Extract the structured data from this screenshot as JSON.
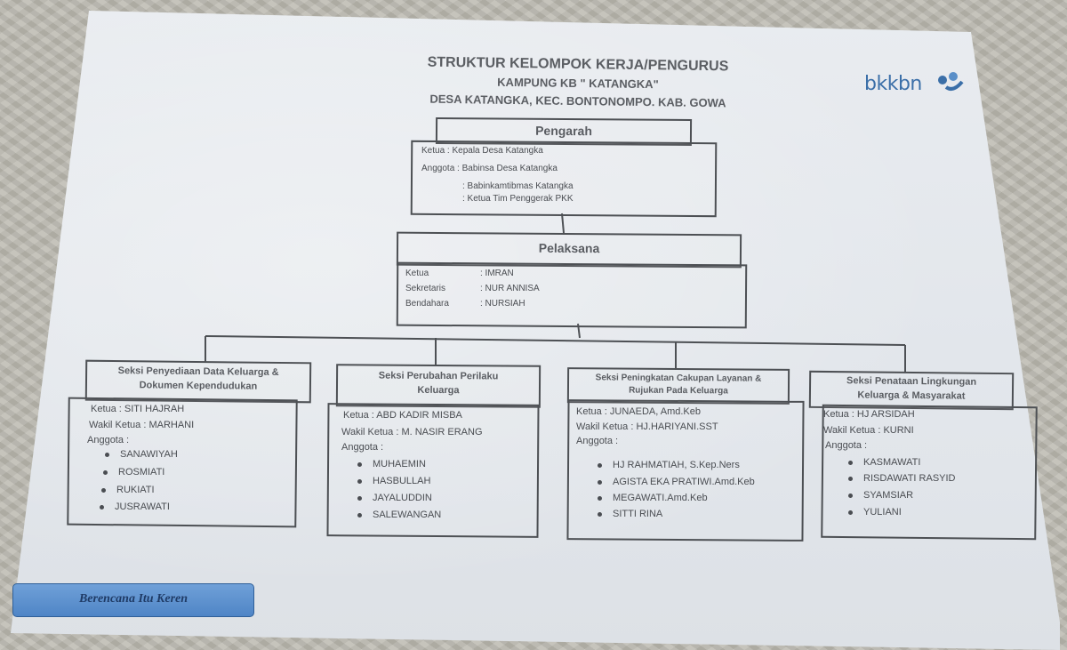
{
  "header": {
    "title": "STRUKTUR KELOMPOK KERJA/PENGURUS",
    "subtitle1": "KAMPUNG KB \" KATANGKA\"",
    "subtitle2": "DESA KATANGKA, KEC. BONTONOMPO. KAB. GOWA",
    "logo_text": "bkkbn"
  },
  "pengarah": {
    "title": "Pengarah",
    "lines": [
      "Ketua : Kepala Desa Katangka",
      "Anggota : Babinsa Desa Katangka",
      ": Babinkamtibmas Katangka",
      ": Ketua Tim Penggerak PKK"
    ]
  },
  "pelaksana": {
    "title": "Pelaksana",
    "rows": [
      {
        "role": "Ketua",
        "name": ": IMRAN"
      },
      {
        "role": "Sekretaris",
        "name": ": NUR ANNISA"
      },
      {
        "role": "Bendahara",
        "name": ": NURSIAH"
      }
    ]
  },
  "seksi": [
    {
      "title_line1": "Seksi Penyediaan Data Keluarga &",
      "title_line2": "Dokumen Kependudukan",
      "ketua": "Ketua    :  SITI HAJRAH",
      "wakil": "Wakil Ketua : MARHANI",
      "anggota_label": "Anggota :",
      "members": [
        "SANAWIYAH",
        "ROSMIATI",
        "RUKIATI",
        "JUSRAWATI"
      ]
    },
    {
      "title_line1": "Seksi Perubahan Perilaku",
      "title_line2": "Keluarga",
      "ketua": "Ketua : ABD KADIR MISBA",
      "wakil": "Wakil Ketua :  M. NASIR ERANG",
      "anggota_label": "Anggota      :",
      "members": [
        "MUHAEMIN",
        "HASBULLAH",
        "JAYALUDDIN",
        "SALEWANGAN"
      ]
    },
    {
      "title_line1": "Seksi Peningkatan Cakupan Layanan &",
      "title_line2": "Rujukan Pada Keluarga",
      "ketua": "Ketua : JUNAEDA, Amd.Keb",
      "wakil": "Wakil Ketua : HJ.HARIYANI.SST",
      "anggota_label": "Anggota                :",
      "members": [
        "HJ RAHMATIAH, S.Kep.Ners",
        "AGISTA EKA PRATIWI.Amd.Keb",
        "MEGAWATI.Amd.Keb",
        "SITTI RINA"
      ]
    },
    {
      "title_line1": "Seksi Penataan Lingkungan",
      "title_line2": "Keluarga & Masyarakat",
      "ketua": "Ketua : HJ ARSIDAH",
      "wakil": "Wakil Ketua : KURNI",
      "anggota_label": "Anggota           :",
      "members": [
        "KASMAWATI",
        "RISDAWATI RASYID",
        "SYAMSIAR",
        "YULIANI"
      ]
    }
  ],
  "banner": {
    "text": "Berencana Itu Keren"
  }
}
